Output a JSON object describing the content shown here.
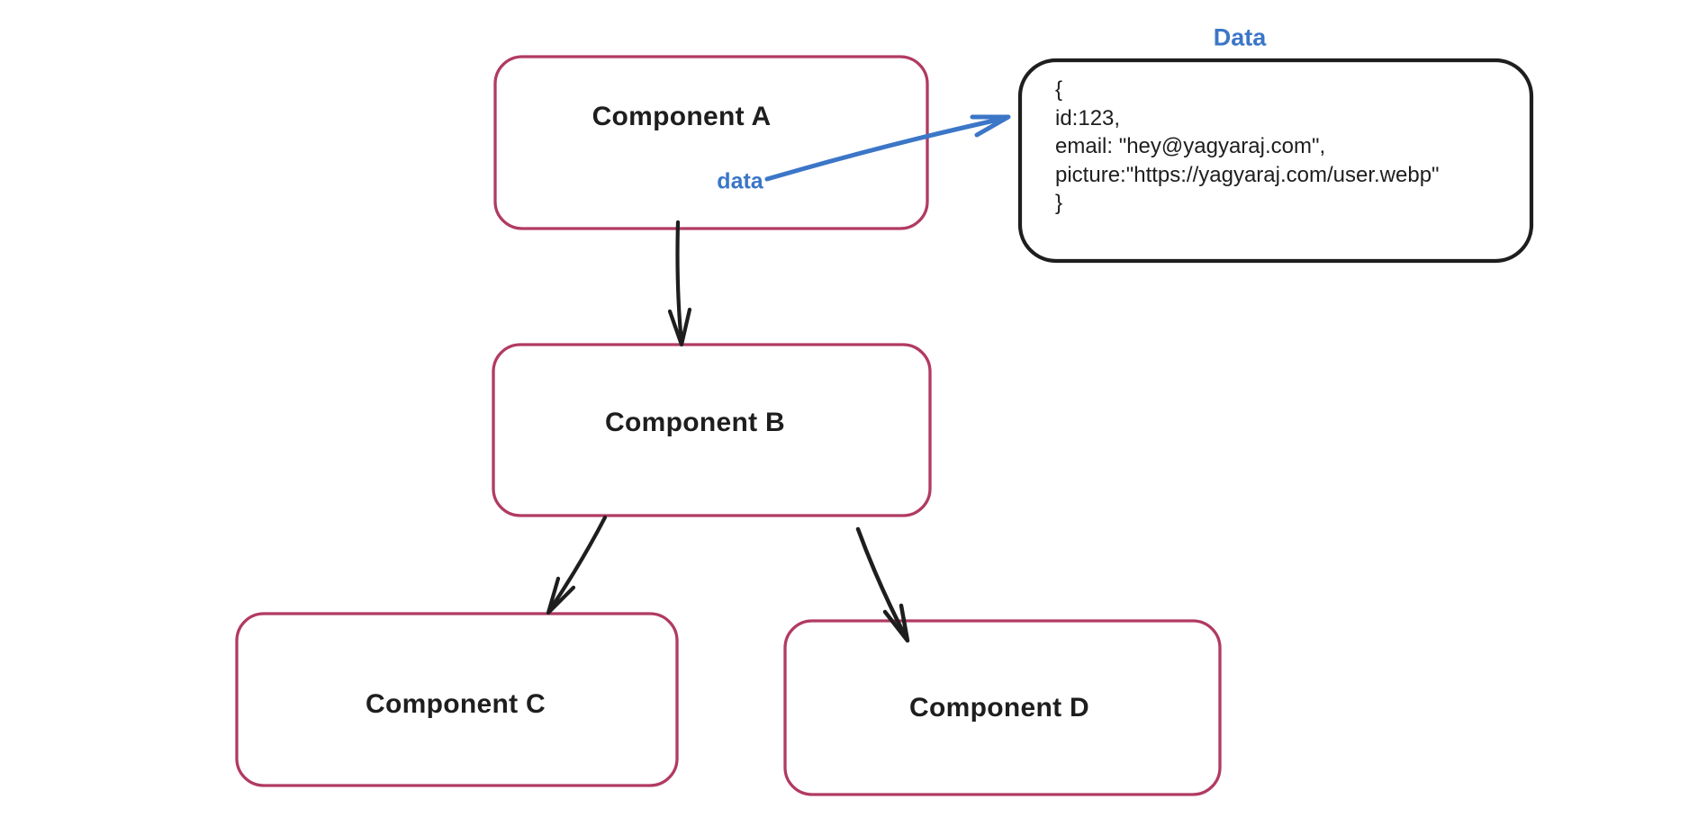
{
  "diagram": {
    "type": "component-tree",
    "colors": {
      "node_border_pink": "#b13a63",
      "ink_black": "#1e1e1e",
      "accent_blue": "#3b76c7",
      "background": "#ffffff"
    },
    "nodes": {
      "component_a": {
        "label": "Component A"
      },
      "component_b": {
        "label": "Component B"
      },
      "component_c": {
        "label": "Component C"
      },
      "component_d": {
        "label": "Component D"
      }
    },
    "edges": {
      "a_to_b": {
        "from": "Component A",
        "to": "Component B",
        "style": "black-arrow"
      },
      "b_to_c": {
        "from": "Component B",
        "to": "Component C",
        "style": "black-arrow"
      },
      "b_to_d": {
        "from": "Component B",
        "to": "Component D",
        "style": "black-arrow"
      },
      "a_to_data": {
        "from": "Component A",
        "to": "Data",
        "style": "blue-arrow",
        "label": "data"
      }
    },
    "data_box": {
      "title": "Data",
      "body": "{\nid:123,\nemail: \"hey@yagyaraj.com\",\npicture:\"https://yagyaraj.com/user.webp\"\n}"
    }
  }
}
